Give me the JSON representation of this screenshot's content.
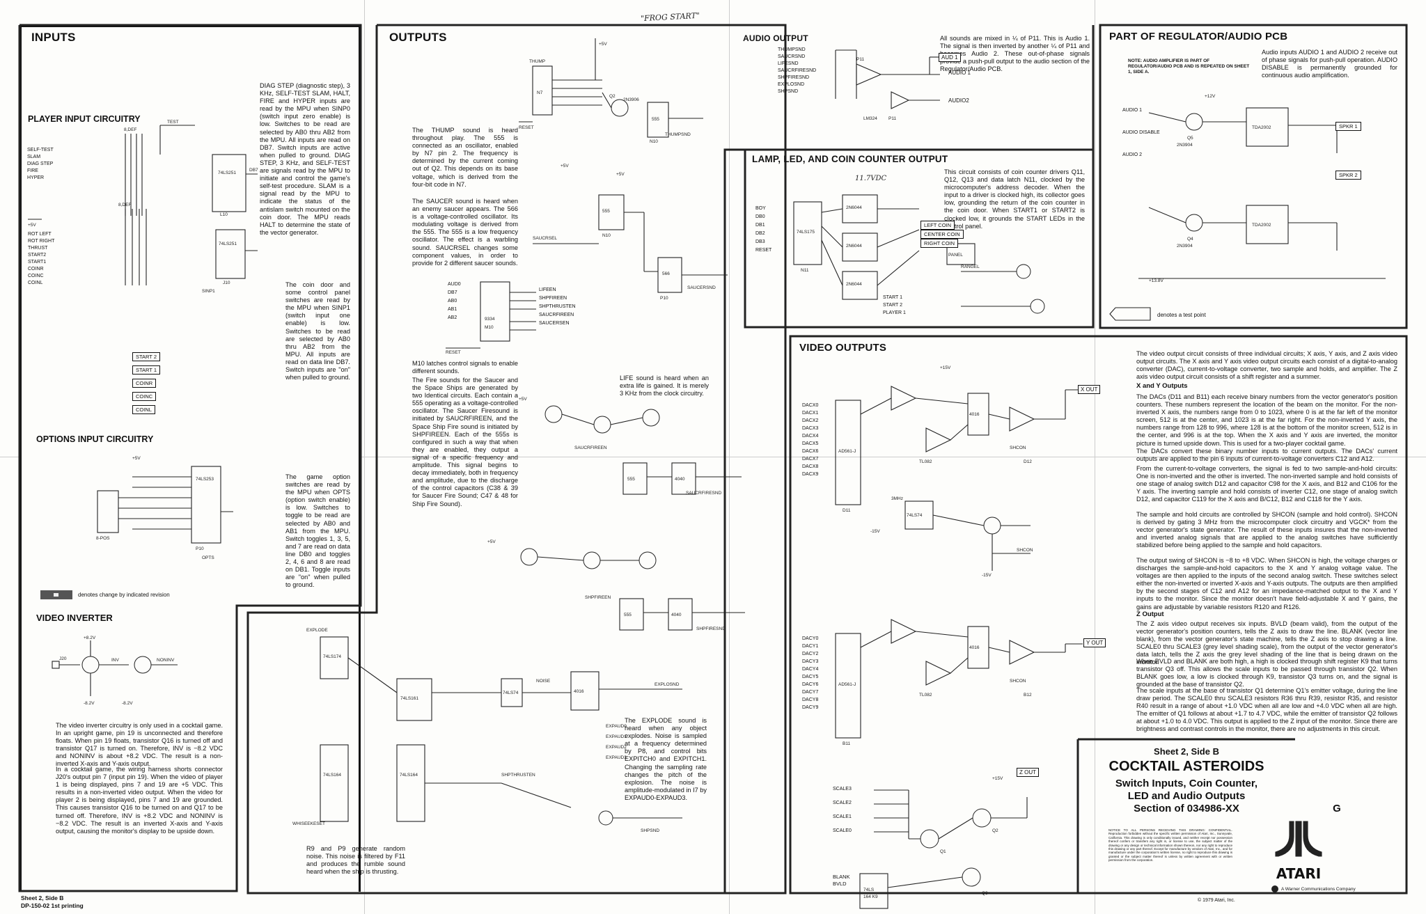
{
  "sheet": {
    "handwritten_top": "\"FROG START\"",
    "footer_sheet": "Sheet 2, Side B",
    "footer_printing": "DP-150-02 1st printing",
    "copyright": "© 1979 Atari, Inc.",
    "warner": "A Warner Communications Company"
  },
  "inputs": {
    "title": "INPUTS",
    "player_title": "PLAYER INPUT CIRCUITRY",
    "player_desc1": "DIAG STEP (diagnostic step), 3 KHz, SELF-TEST SLAM, HALT, FIRE and HYPER inputs are read by the MPU when SINP0 (switch input zero enable) is low. Switches to be read are selected by AB0 thru AB2 from the MPU. All inputs are read on DB7. Switch inputs are active when pulled to ground. DIAG STEP, 3 KHz, and SELF-TEST are signals read by the MPU to initiate and control the game's self-test procedure. SLAM is a signal read by the MPU to indicate the status of the antislam switch mounted on the coin door. The MPU reads HALT to determine the state of the vector generator.",
    "player_desc2": "The coin door and some control panel switches are read by the MPU when SINP1 (switch input one enable) is low. Switches to be read are selected by AB0 thru AB2 from the MPU. All inputs are read on data line DB7. Switch inputs are \"on\" when pulled to ground.",
    "options_title": "OPTIONS INPUT CIRCUITRY",
    "options_desc": "The game option switches are read by the MPU when OPTS (option switch enable) is low. Switches to toggle to be read are selected by AB0 and AB1 from the MPU. Switch toggles 1, 3, 5, and 7 are read on data line DB0 and toggles 2, 4, 6 and 8 are read on DB1. Toggle inputs are \"on\" when pulled to ground.",
    "legend_text": "denotes change by indicated revision",
    "video_inv_title": "VIDEO INVERTER",
    "video_inv_desc1": "The video inverter circuitry is only used in a cocktail game. In an upright game, pin 19 is unconnected and therefore floats. When pin 19 floats, transistor Q16 is turned off and transistor Q17 is turned on. Therefore, INV is −8.2 VDC and NONINV is about +8.2 VDC. The result is a non-inverted X-axis and Y-axis output.",
    "video_inv_desc2": "In a cocktail game, the wiring harness shorts connector J20's output pin 7 (input pin 19). When the video of player 1 is being displayed, pins 7 and 19 are +5 VDC. This results in a non-inverted video output. When the video for player 2 is being displayed, pins 7 and 19 are grounded. This causes transistor Q16 to be turned on and Q17 to be turned off. Therefore, INV is +8.2 VDC and NONINV is −8.2 VDC. The result is an inverted X-axis and Y-axis output, causing the monitor's display to be upside down.",
    "player_signals": [
      "SELF-TEST",
      "SLAM",
      "DIAG STEP",
      "FIRE",
      "HYPER"
    ],
    "player_signals2": [
      "ROT LEFT",
      "ROT RIGHT",
      "THRUST",
      "START2",
      "START1",
      "COINR",
      "COINC",
      "COINL"
    ],
    "player_chip1": "74LS251",
    "player_chip2": "74LS251",
    "player_out": "DB7",
    "start_boxes": [
      "START 2",
      "START 1",
      "COINR",
      "COINC",
      "COINL"
    ],
    "options_chips": [
      "74LS253",
      "OPTS"
    ]
  },
  "outputs": {
    "title": "OUTPUTS",
    "thump_desc": "The THUMP sound is heard throughout play. The 555 is connected as an oscillator, enabled by N7 pin 2. The frequency is determined by the current coming out of Q2. This depends on its base voltage, which is derived from the four-bit code in N7.",
    "saucer_desc": "The SAUCER sound is heard when an enemy saucer appears. The 566 is a voltage-controlled oscillator. Its modulating voltage is derived from the 555. The 555 is a low frequency oscillator. The effect is a warbling sound. SAUCRSEL changes some component values, in order to provide for 2 different saucer sounds.",
    "m10_desc": "M10 latches control signals to enable different sounds.",
    "fire_desc": "The Fire sounds for the Saucer and the Space Ships are generated by two Identical circuits. Each contain a 555 operating as a voltage-controlled oscillator. The Saucer Firesound is initiated by SAUCRFIREEN, and the Space Ship Fire sound is initiated by SHPFIREEN. Each of the 555s is configured in such a way that when they are enabled, they output a signal of a specific frequency and amplitude. This signal begins to decay immediately, both in frequency and amplitude, due to the discharge of the control capacitors (C38 & 39 for Saucer Fire Sound; C47 & 48 for Ship Fire Sound).",
    "life_desc": "LIFE sound is heard when an extra life is gained. It is merely 3 KHz from the clock circuitry.",
    "explode_desc": "The EXPLODE sound is heard when any object explodes. Noise is sampled at a frequency determined by P8, and control bits EXPITCH0 and EXPITCH1. Changing the sampling rate changes the pitch of the explosion. The noise is amplitude-modulated in I7 by EXPAUD0-EXPAUD3.",
    "noise_desc": "R9 and P9 generate random noise. This noise is filtered by F11 and produces the rumble sound heard when the ship is thrusting.",
    "latch_signals": [
      "LIFEEN",
      "SHPFIREEN",
      "SHPTHRUSTEN",
      "SAUCRFIREEN",
      "SAUCERSEN"
    ],
    "latch_inputs": [
      "AUD0",
      "DB7",
      "AB0",
      "AB1",
      "AB2"
    ],
    "thump_label": "THUMP",
    "thumpsnd": "THUMPSND",
    "saucrsel": "SAUCRSEL",
    "saucersnd": "SAUCERSND"
  },
  "audio_output": {
    "title": "AUDIO OUTPUT",
    "desc": "All sounds are mixed in ¼ of P11. This is Audio 1. The signal is then inverted by another ¼ of P11 and becomes Audio 2. These out-of-phase signals provide a push-pull output to the audio section of the Regulator/Audio PCB.",
    "inputs": [
      "THUMPSND",
      "SAUCRSND",
      "LIFESND",
      "SAUCRFIRESND",
      "SHPFIRESND",
      "EXPLOSND",
      "SHPSND"
    ],
    "audio1": "AUDIO 1",
    "audio2": "AUDIO2",
    "box_label": "AUD 1",
    "chip": "LM324"
  },
  "regulator": {
    "title": "PART OF REGULATOR/AUDIO PCB",
    "note": "NOTE: AUDIO AMPLIFIER IS PART OF REGULATOR/AUDIO PCB AND IS REPEATED ON SHEET 1, SIDE A.",
    "desc": "Audio inputs AUDIO 1 and AUDIO 2 receive out of phase signals for push-pull operation. AUDIO DISABLE is permanently grounded for continuous audio amplification.",
    "inputs": [
      "AUDIO 1",
      "AUDIO DISABLE",
      "AUDIO 2"
    ],
    "outputs": [
      "SPKR 1",
      "SPKR 2"
    ],
    "test_point_text": "denotes a test point"
  },
  "lamp": {
    "title": "LAMP, LED, AND COIN COUNTER OUTPUT",
    "desc": "This circuit consists of coin counter drivers Q11, Q12, Q13 and data latch N11, clocked by the microcomputer's address decoder. When the input to a driver is clocked high, its collector goes low, grounding the return of the coin counter in the coin door. When START1 or START2 is clocked low, it grounds the START LEDs in the control panel.",
    "counters": [
      "LEFT COIN",
      "CENTER COIN",
      "RIGHT COIN"
    ],
    "leds": [
      "START 1",
      "START 2",
      "PLAYER 1"
    ],
    "inputs": [
      "BOY",
      "DB0",
      "DB1",
      "DB2",
      "DB3",
      "RESET"
    ],
    "voltage": "11.7VDC"
  },
  "video": {
    "title": "VIDEO OUTPUTS",
    "intro": "The video output circuit consists of three individual circuits; X axis, Y axis, and Z axis video output circuits. The X axis and Y axis video output circuits each consist of a digital-to-analog converter (DAC), current-to-voltage converter, two sample and holds, and amplifier. The Z axis video output circuit consists of a shift register and a summer.",
    "xy_heading": "X and Y Outputs",
    "xy_p1": "The DACs (D11 and B11) each receive binary numbers from the vector generator's position counters. These numbers represent the location of the beam on the monitor. For the non-inverted X axis, the numbers range from 0 to 1023, where 0 is at the far left of the monitor screen, 512 is at the center, and 1023 is at the far right. For the non-inverted Y axis, the numbers range from 128 to 996, where 128 is at the bottom of the monitor screen, 512 is in the center, and 996 is at the top. When the X axis and Y axis are inverted, the monitor picture is turned upside down. This is used for a two-player cocktail game.",
    "xy_p2": "The DACs convert these binary number inputs to current outputs. The DACs' current outputs are applied to the pin 6 inputs of current-to-voltage converters C12 and A12.",
    "xy_p3": "From the current-to-voltage converters, the signal is fed to two sample-and-hold circuits: One is non-inverted and the other is inverted. The non-inverted sample and hold consists of one stage of analog switch D12 and capacitor C98 for the X axis, and B12 and C106 for the Y axis. The inverting sample and hold consists of inverter C12, one stage of analog switch D12, and capacitor C119 for the X axis and B/C12, B12 and C118 for the Y axis.",
    "xy_p4": "The sample and hold circuits are controlled by SHCON (sample and hold control). SHCON is derived by gating 3 MHz from the microcomputer clock circuitry and VGCK* from the vector generator's state generator. The result of these inputs insures that the non-inverted and inverted analog signals that are applied to the analog switches have sufficiently stabilized before being applied to the sample and hold capacitors.",
    "xy_p5": "The output swing of SHCON is −8 to +8 VDC. When SHCON is high, the voltage charges or discharges the sample-and-hold capacitors to the X and Y analog voltage value. The voltages are then applied to the inputs of the second analog switch. These switches select either the non-inverted or inverted X-axis and Y-axis outputs. The outputs are then amplified by the second stages of C12 and A12 for an impedance-matched output to the X and Y inputs to the monitor. Since the monitor doesn't have field-adjustable X and Y gains, the gains are adjustable by variable resistors R120 and R126.",
    "z_heading": "Z Output",
    "z_p1": "The Z axis video output receives six inputs. BVLD (beam valid), from the output of the vector generator's position counters, tells the Z axis to draw the line. BLANK (vector line blank), from the vector generator's state machine, tells the Z axis to stop drawing a line. SCALE0 thru SCALE3 (grey level shading scale), from the output of the vector generator's data latch, tells the Z axis the grey level shading of the line that is being drawn on the monitor.",
    "z_p2": "When BVLD and BLANK are both high, a high is clocked through shift register K9 that turns transistor Q3 off. This allows the scale inputs to be passed through transistor Q2. When BLANK goes low, a low is clocked through K9, transistor Q3 turns on, and the signal is grounded at the base of transistor Q2.",
    "z_p3": "The scale inputs at the base of transistor Q1 determine Q1's emitter voltage, during the line draw period. The SCALE0 thru SCALE3 resistors R36 thru R39, resistor R35, and resistor R40 result in a range of about +1.0 VDC when all are low and +4.0 VDC when all are high. The emitter of Q1 follows at about +1.7 to 4.7 VDC, while the emitter of transistor Q2 follows at about +1.0 to 4.0 VDC. This output is applied to the Z input of the monitor. Since there are brightness and contrast controls in the monitor, there are no adjustments in this circuit.",
    "x_out": "X OUT",
    "y_out": "Y OUT",
    "z_out": "Z OUT",
    "x_dacs": [
      "DACX0",
      "DACX1",
      "DACX2",
      "DACX3",
      "DACX4",
      "DACX5",
      "DACX6",
      "DACX7",
      "DACX8",
      "DACX9"
    ],
    "y_dacs": [
      "DACY0",
      "DACY1",
      "DACY2",
      "DACY3",
      "DACY4",
      "DACY5",
      "DACY6",
      "DACY7",
      "DACY8",
      "DACY9"
    ],
    "scales": [
      "SCALE3",
      "SCALE2",
      "SCALE1",
      "SCALE0"
    ],
    "shcon": "SHCON",
    "blank": "BLANK",
    "bvld": "BVLD",
    "chip_dac": "AD561-J",
    "chip_op": "TL082"
  },
  "titleblock": {
    "sheet": "Sheet 2, Side B",
    "game": "COCKTAIL ASTEROIDS",
    "line1": "Switch Inputs, Coin Counter,",
    "line2": "LED and Audio Outputs",
    "line3": "Section of 034986-XX",
    "rev": "G",
    "notice": "NOTICE TO ALL PERSONS RECEIVING THIS DRAWING: CONFIDENTIAL. Reproduction forbidden without the specific written permission of Atari, Inc., Sunnyvale, California. This drawing is only conditionally issued, and neither receipt nor possession thereof confers or transfers any right in, or license to use, the subject matter of the drawing or any design or technical information shown thereon, nor any right to reproduce this drawing or any part thereof. Except for manufacture by vendors of Atari, Inc., and for manufacture under the corporation's written license, no right to reproduce this drawing is granted or the subject matter thereof is unless by written agreement with or written permission from the corporation.",
    "brand": "ATARI"
  }
}
